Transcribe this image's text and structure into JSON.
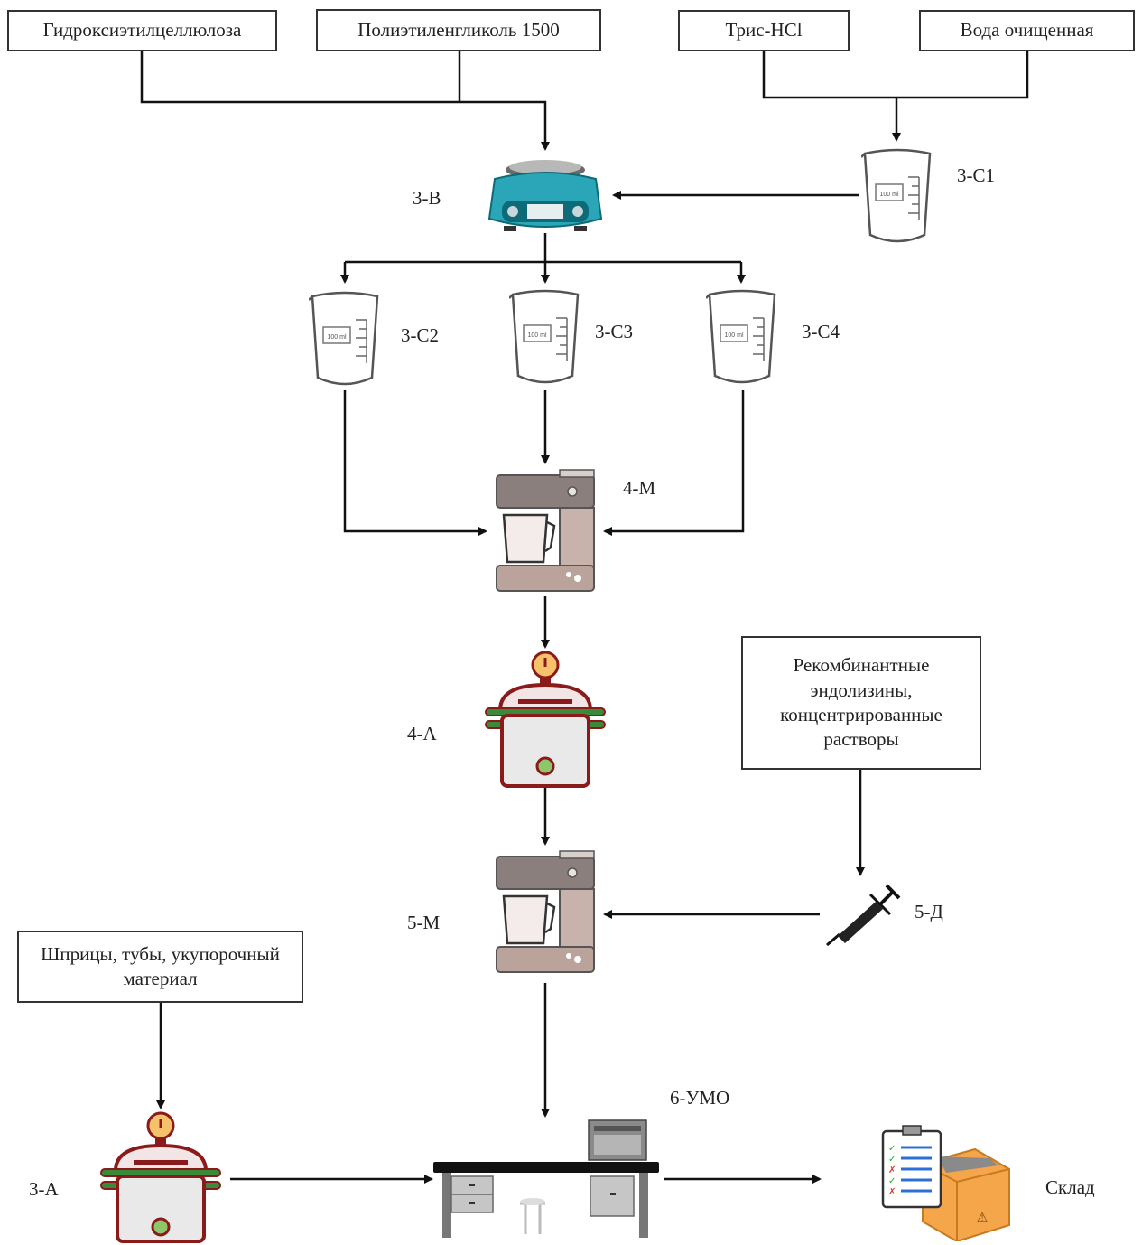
{
  "inputs": {
    "hec": "Гидроксиэтилцеллюлоза",
    "peg": "Полиэтиленгликоль 1500",
    "tris": "Трис-HCl",
    "water": "Вода очищенная",
    "endolysins": "Рекомбинантные эндолизины, концентрированные растворы",
    "packaging": "Шприцы, тубы, укупорочный материал"
  },
  "equipment": {
    "scale": "3-В",
    "beaker1": "3-С1",
    "beaker2": "3-С2",
    "beaker3": "3-С3",
    "beaker4": "3-С4",
    "mixer1": "4-М",
    "autoclave1": "4-А",
    "mixer2": "5-М",
    "dispenser": "5-Д",
    "autoclave2": "3-А",
    "packing_table": "6-УМО",
    "warehouse": "Склад"
  },
  "beaker_volume_label": "100 ml",
  "icons": {
    "scale": "lab-scale-icon",
    "beaker": "beaker-icon",
    "mixer": "mixer-icon",
    "autoclave": "autoclave-icon",
    "syringe": "syringe-icon",
    "table": "workbench-icon",
    "warehouse": "warehouse-boxes-icon"
  },
  "colors": {
    "scale": "#2aa6b8",
    "mixer_body": "#b9a39b",
    "autoclave": "#8b1a1a",
    "autoclave_band": "#3a8a3a",
    "box": "#f5a54a"
  }
}
